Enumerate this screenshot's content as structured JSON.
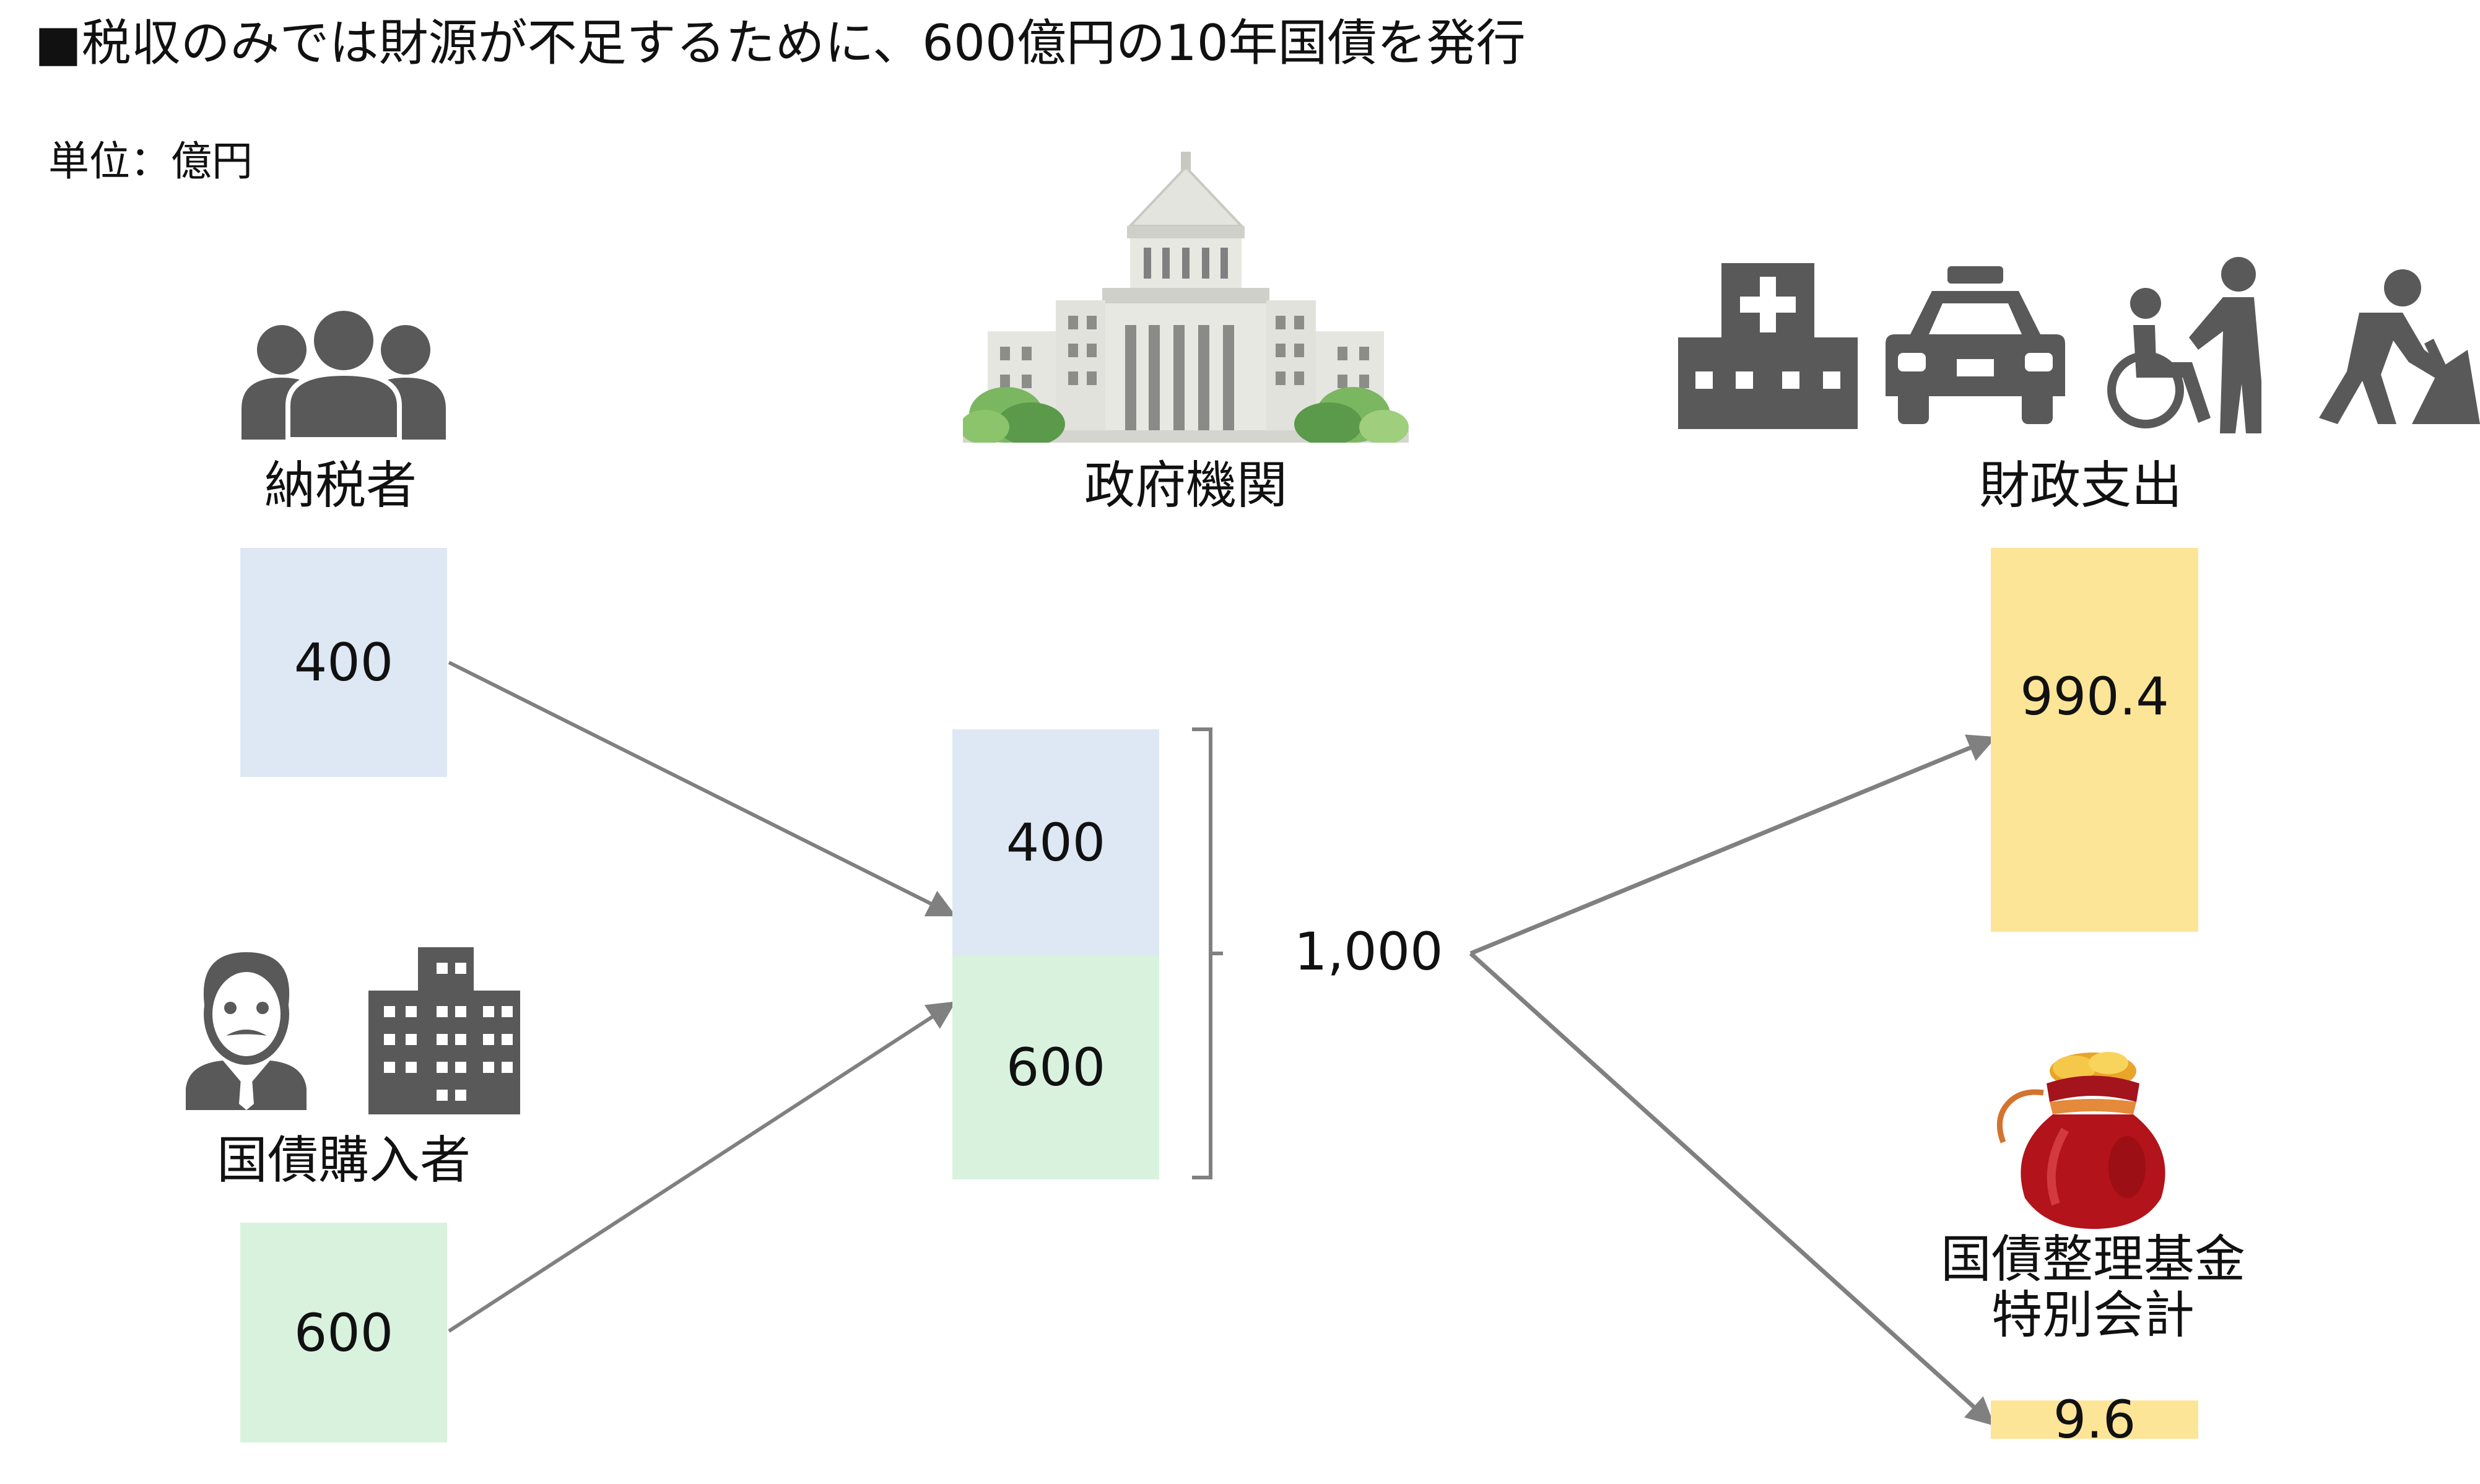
{
  "title": "■税収のみでは財源が不足するために、600億円の10年国債を発行",
  "unit_label": "単位：億円",
  "nodes": {
    "taxpayers": {
      "label": "納税者",
      "value": "400",
      "icon": "people-group-icon"
    },
    "bond_buyers": {
      "label": "国債購入者",
      "value": "600",
      "icons": [
        "businessman-icon",
        "office-building-icon"
      ]
    },
    "government": {
      "label": "政府機関",
      "icon": "parliament-building-icon",
      "tax_part": "400",
      "bond_part": "600",
      "total": "1,000"
    },
    "spending": {
      "label": "財政支出",
      "value": "990.4",
      "icons": [
        "hospital-icon",
        "police-car-icon",
        "wheelchair-care-icon",
        "construction-worker-icon"
      ]
    },
    "bond_fund": {
      "label_line1": "国債整理基金",
      "label_line2": "特別会計",
      "value": "9.6",
      "icon": "money-bag-icon"
    }
  },
  "colors": {
    "tax_box": "#dde8f4",
    "bond_box": "#d8f2de",
    "spending_box": "#fde597",
    "arrow": "#808080",
    "icon": "#595959"
  }
}
